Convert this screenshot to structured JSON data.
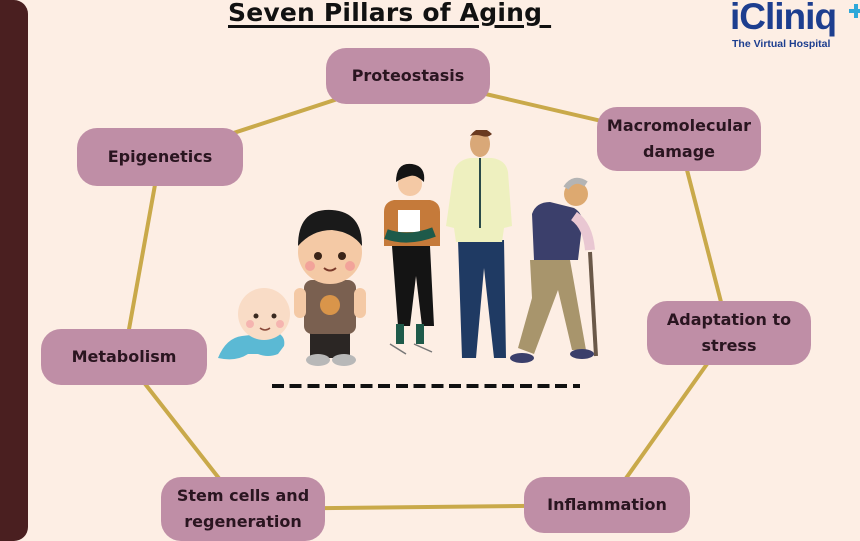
{
  "header": {
    "title": "Seven Pillars of Aging "
  },
  "logo": {
    "name": "iCliniq",
    "tagline": "The Virtual Hospital",
    "brand_color": "#1d3e8f",
    "accent_color": "#2fa8d8"
  },
  "colors": {
    "background": "#fdeee4",
    "left_bar": "#4a1f20",
    "pill": "#bf8ea6",
    "connector": "#c9a94a"
  },
  "pillars": [
    {
      "label": "Proteostasis"
    },
    {
      "label": "Macromolecular damage"
    },
    {
      "label": "Adaptation to stress"
    },
    {
      "label": "Inflammation"
    },
    {
      "label": "Stem cells and regeneration"
    },
    {
      "label": "Metabolism"
    },
    {
      "label": "Epigenetics"
    }
  ],
  "illustration": {
    "description": "Life stages from baby to elderly",
    "stages": [
      "baby",
      "toddler",
      "teenager",
      "adult",
      "elderly"
    ]
  }
}
